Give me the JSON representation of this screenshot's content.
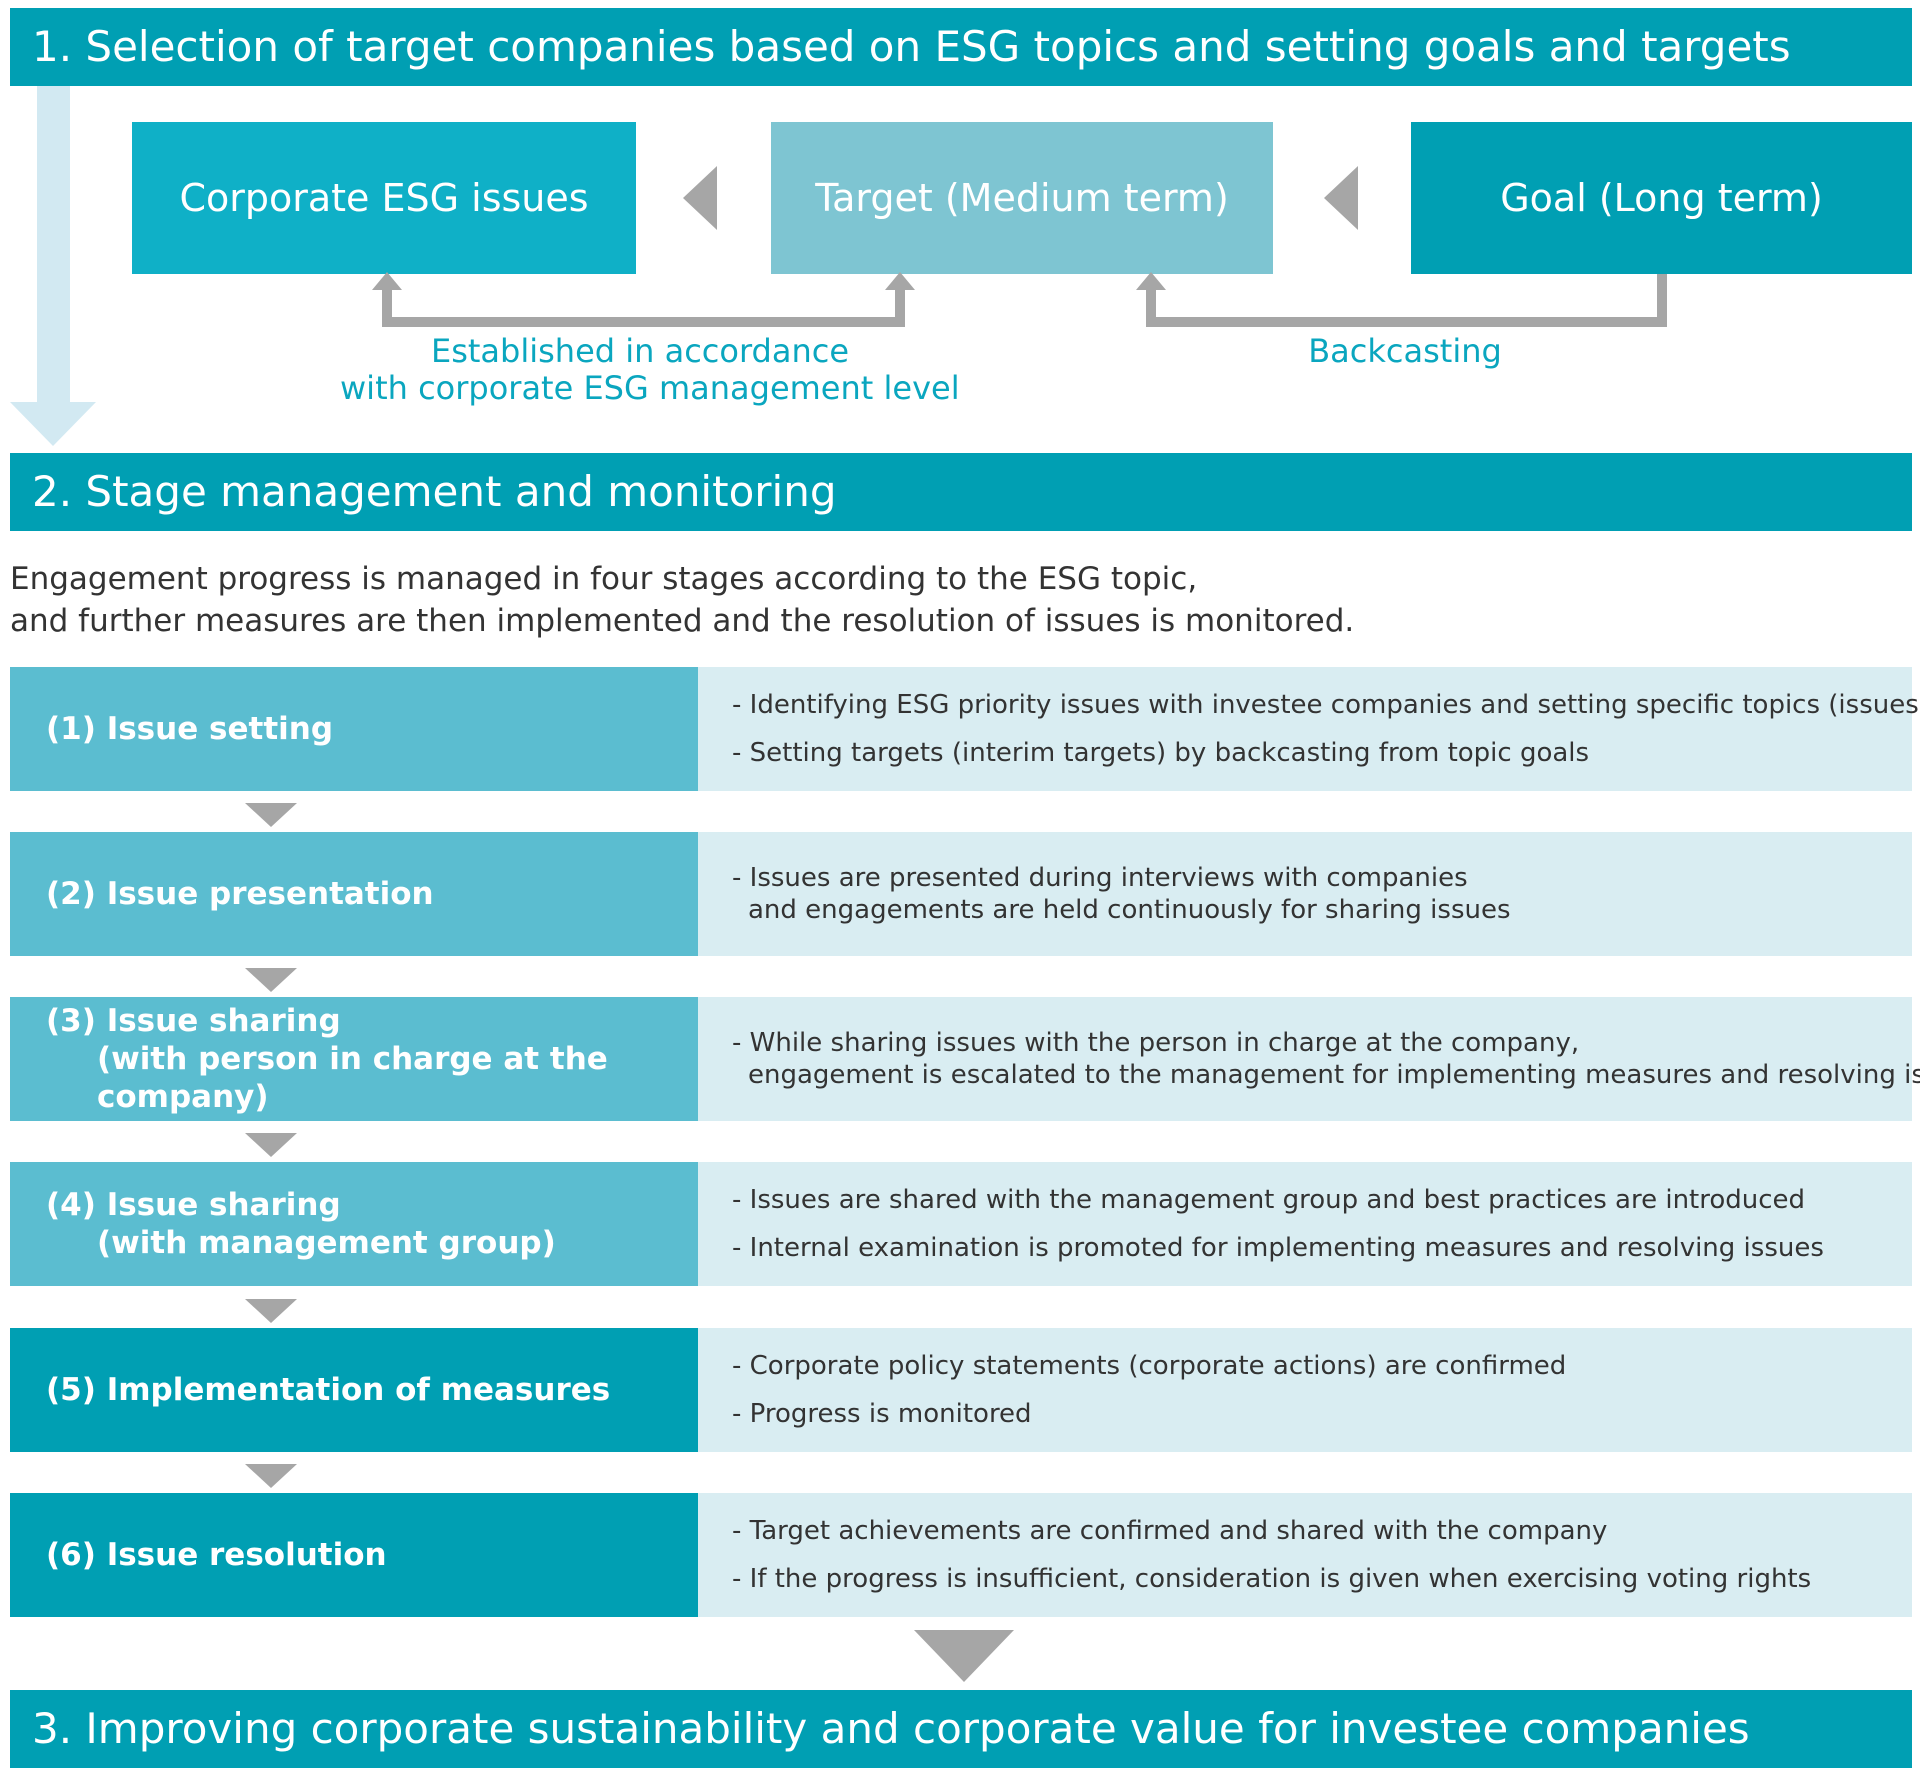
{
  "section1": {
    "title": "1. Selection of target companies based on ESG topics and setting goals and targets",
    "boxes": [
      {
        "label": "Corporate ESG issues",
        "color": "#0fb0c7"
      },
      {
        "label": "Target (Medium term)",
        "color": "#7ec5d2"
      },
      {
        "label": "Goal (Long term)",
        "color": "#009fb3"
      }
    ],
    "note_left": [
      "Established in accordance",
      "with corporate ESG management level"
    ],
    "note_right": "Backcasting"
  },
  "section2": {
    "title": "2. Stage management and monitoring",
    "intro": [
      "Engagement progress is managed in four stages according to the ESG topic,",
      "and further measures are then implemented and the resolution of issues is monitored."
    ],
    "stages": [
      {
        "label": [
          "(1) Issue setting"
        ],
        "bullets": [
          [
            "- Identifying ESG priority issues with investee companies and setting specific topics (issues)"
          ],
          [
            "- Setting targets (interim targets) by backcasting from topic goals"
          ]
        ]
      },
      {
        "label": [
          "(2) Issue presentation"
        ],
        "bullets": [
          [
            "- Issues are presented during interviews with companies",
            "and engagements are held continuously for sharing issues"
          ]
        ]
      },
      {
        "label": [
          "(3) Issue sharing",
          "(with person in charge at the company)"
        ],
        "bullets": [
          [
            "- While sharing issues with the person in charge at the company,",
            "engagement is escalated to the management for implementing measures and resolving issues"
          ]
        ]
      },
      {
        "label": [
          "(4) Issue sharing",
          "(with management group)"
        ],
        "bullets": [
          [
            "- Issues are shared with the management group and best practices are introduced"
          ],
          [
            "- Internal examination is promoted for implementing measures and resolving issues"
          ]
        ]
      },
      {
        "label": [
          "(5) Implementation of measures"
        ],
        "bullets": [
          [
            "- Corporate policy statements (corporate actions) are confirmed"
          ],
          [
            "- Progress is monitored"
          ]
        ]
      },
      {
        "label": [
          "(6) Issue resolution"
        ],
        "bullets": [
          [
            "- Target achievements are confirmed and shared with the company"
          ],
          [
            "- If the progress is insufficient, consideration is given when exercising voting rights"
          ]
        ]
      }
    ]
  },
  "section3": {
    "title": "3. Improving corporate sustainability and corporate value for investee companies"
  },
  "colors": {
    "banner": "#009fb3",
    "stage_light": "#5bbdd0",
    "stage_dark": "#009fb3",
    "description_bg": "#d9edf2",
    "note_text": "#0aa6bf",
    "arrow_grey": "#a6a6a6",
    "down_arrow": "#d2e9f2"
  }
}
